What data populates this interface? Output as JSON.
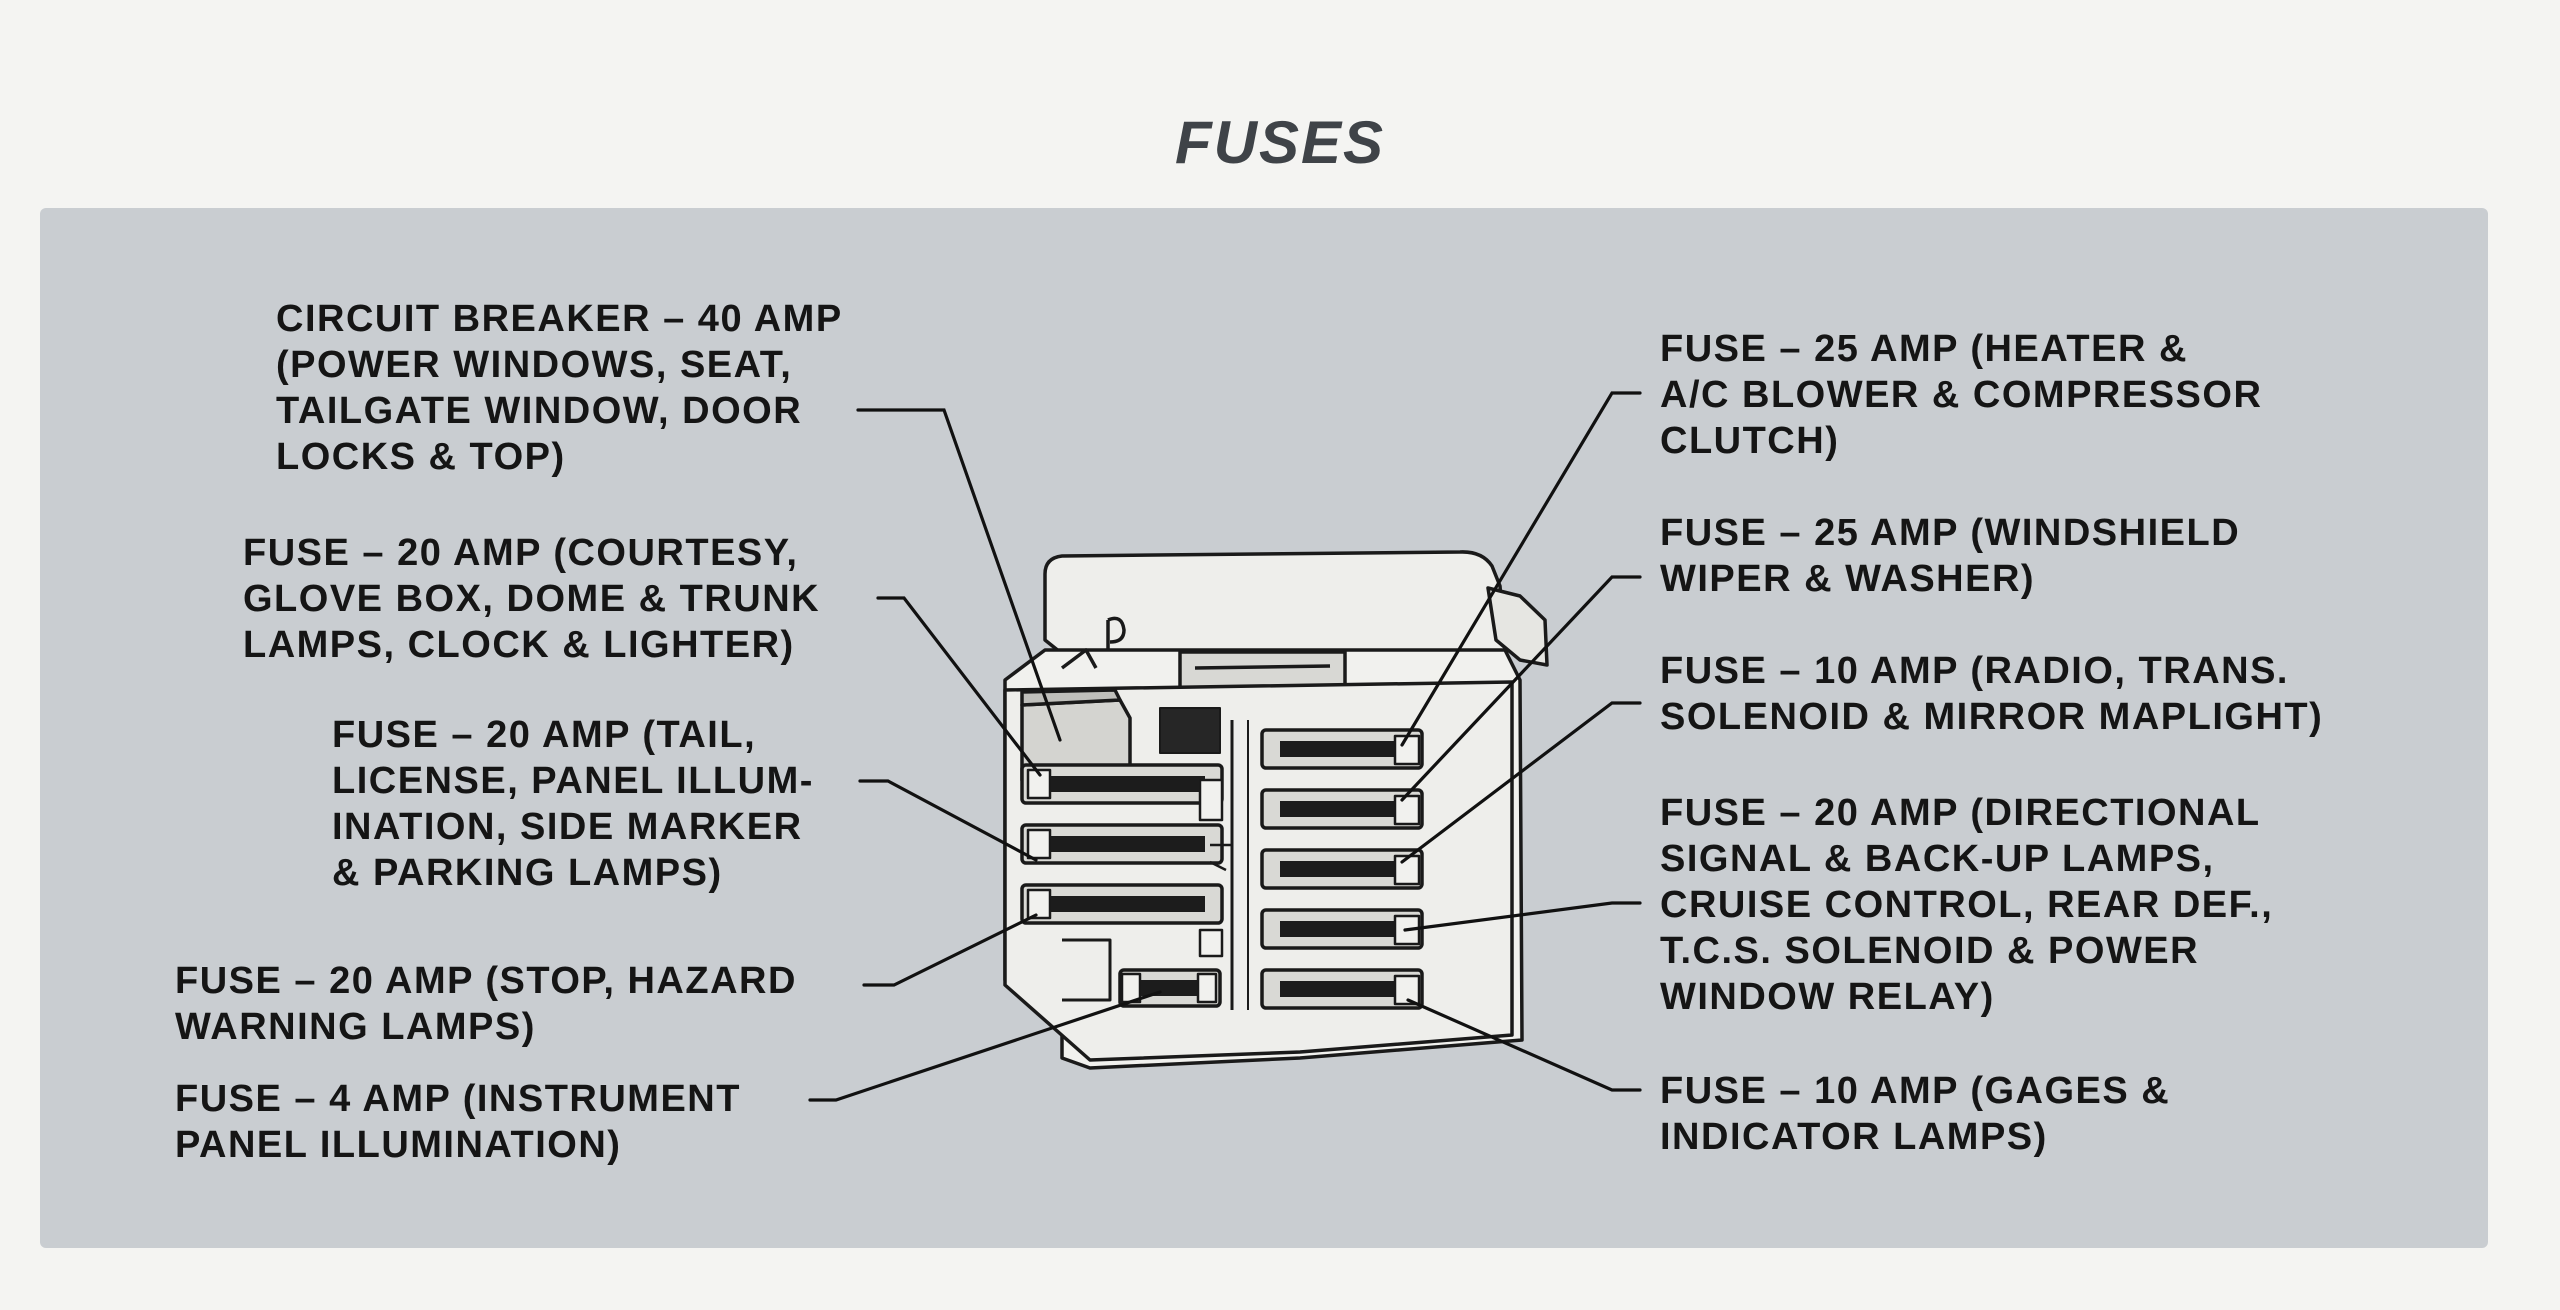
{
  "title": "FUSES",
  "colors": {
    "page_background": "#f4f4f2",
    "panel_background": "#c9cdd1",
    "text": "#151515",
    "title_text": "#3f4348",
    "fuse_block_fill": "#f1f1ee"
  },
  "labels": {
    "circuit_breaker_40": [
      "CIRCUIT BREAKER – 40 AMP",
      "(POWER WINDOWS, SEAT,",
      "TAILGATE WINDOW, DOOR",
      "LOCKS & TOP)"
    ],
    "courtesy_20": [
      "FUSE – 20 AMP (COURTESY,",
      "GLOVE BOX, DOME & TRUNK",
      "LAMPS, CLOCK & LIGHTER)"
    ],
    "tail_20": [
      "FUSE – 20 AMP (TAIL,",
      "LICENSE, PANEL ILLUM-",
      "INATION, SIDE MARKER",
      "& PARKING LAMPS)"
    ],
    "stop_hazard_20": [
      "FUSE – 20 AMP (STOP, HAZARD",
      "WARNING LAMPS)"
    ],
    "instrument_4": [
      "FUSE – 4 AMP (INSTRUMENT",
      "PANEL ILLUMINATION)"
    ],
    "heater_25": [
      "FUSE – 25 AMP (HEATER &",
      "A/C BLOWER & COMPRESSOR",
      "CLUTCH)"
    ],
    "wiper_25": [
      "FUSE – 25 AMP (WINDSHIELD",
      "WIPER & WASHER)"
    ],
    "radio_10": [
      "FUSE – 10 AMP (RADIO, TRANS.",
      "SOLENOID & MIRROR MAPLIGHT)"
    ],
    "directional_20": [
      "FUSE – 20 AMP (DIRECTIONAL",
      "SIGNAL & BACK-UP LAMPS,",
      "CRUISE CONTROL, REAR DEF.,",
      "T.C.S. SOLENOID & POWER",
      "WINDOW RELAY)"
    ],
    "gages_10": [
      "FUSE – 10 AMP (GAGES &",
      "INDICATOR LAMPS)"
    ]
  }
}
